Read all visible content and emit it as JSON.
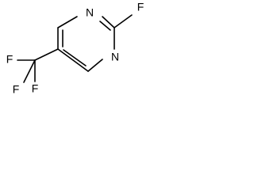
{
  "molecule": {
    "atoms": {
      "n_top": "N",
      "n_bottom": "N",
      "f_ring": "F",
      "f_cf3_left": "F",
      "f_cf3_mid": "F",
      "f_cf3_bottom": "F"
    }
  },
  "colors": {
    "bond": "#000000",
    "label": "#000000",
    "background": "#ffffff"
  }
}
